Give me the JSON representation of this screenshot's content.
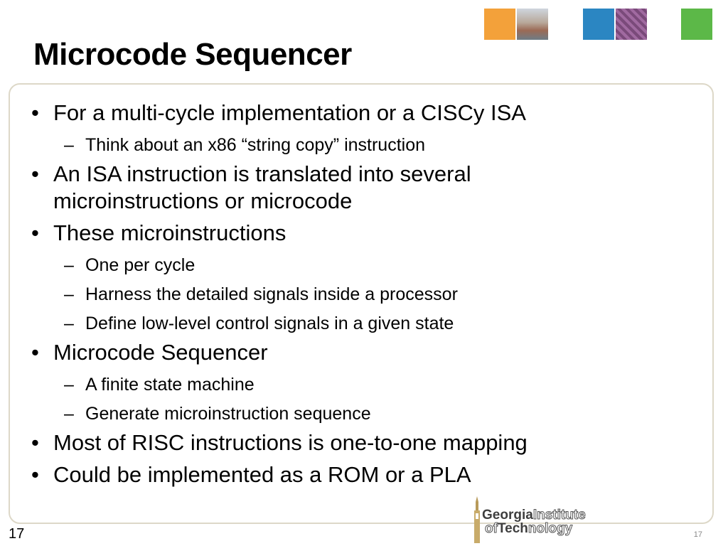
{
  "slide": {
    "title": "Microcode Sequencer",
    "number": "17",
    "footer_number": "17"
  },
  "bullets": [
    {
      "text": "For a multi-cycle implementation or a CISCy ISA",
      "sub": [
        "Think about an x86 “string copy” instruction"
      ]
    },
    {
      "text": "An ISA instruction is translated into several microinstructions or microcode",
      "sub": []
    },
    {
      "text": "These microinstructions",
      "sub": [
        "One per cycle",
        "Harness the detailed signals inside a processor",
        "Define low-level control signals in a given state"
      ]
    },
    {
      "text": "Microcode Sequencer",
      "sub": [
        "A finite state machine",
        "Generate microinstruction sequence"
      ]
    },
    {
      "text": "Most of RISC instructions is one-to-one mapping",
      "sub": []
    },
    {
      "text": "Could be implemented as a ROM or a PLA",
      "sub": []
    }
  ],
  "logo": {
    "line1_bold": "Georgia",
    "line1_outline": "Institute",
    "line2_outline_a": "of",
    "line2_bold": "Tech",
    "line2_outline_b": "nology"
  },
  "colors": {
    "tile_orange": "#f3a13a",
    "tile_blue": "#2b86c2",
    "tile_green": "#5cb848",
    "panel_border": "#ddd8c8"
  },
  "icons": {
    "tile_photo_1": "campus-building-photo",
    "tile_photo_2": "circuit-board-photo",
    "logo_mark": "tech-tower-icon"
  }
}
